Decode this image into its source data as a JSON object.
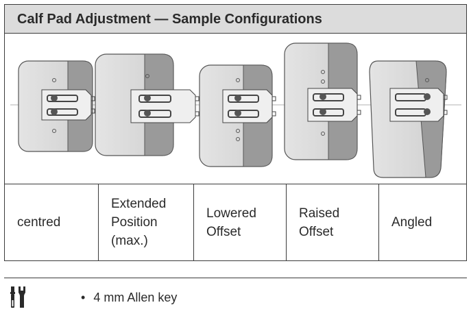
{
  "title": "Calf Pad Adjustment — Sample Configurations",
  "configurations": [
    {
      "label": "centred"
    },
    {
      "label": "Extended\nPosition\n(max.)"
    },
    {
      "label": "Lowered\nOffset"
    },
    {
      "label": "Raised\nOffset"
    },
    {
      "label": "Angled"
    }
  ],
  "tools": {
    "icon": "tools-icon",
    "items": [
      "4 mm Allen key"
    ]
  },
  "colors": {
    "title_bg": "#dcdcdc",
    "pad_light": "#d6d6d6",
    "pad_dark": "#9a9a9a"
  }
}
